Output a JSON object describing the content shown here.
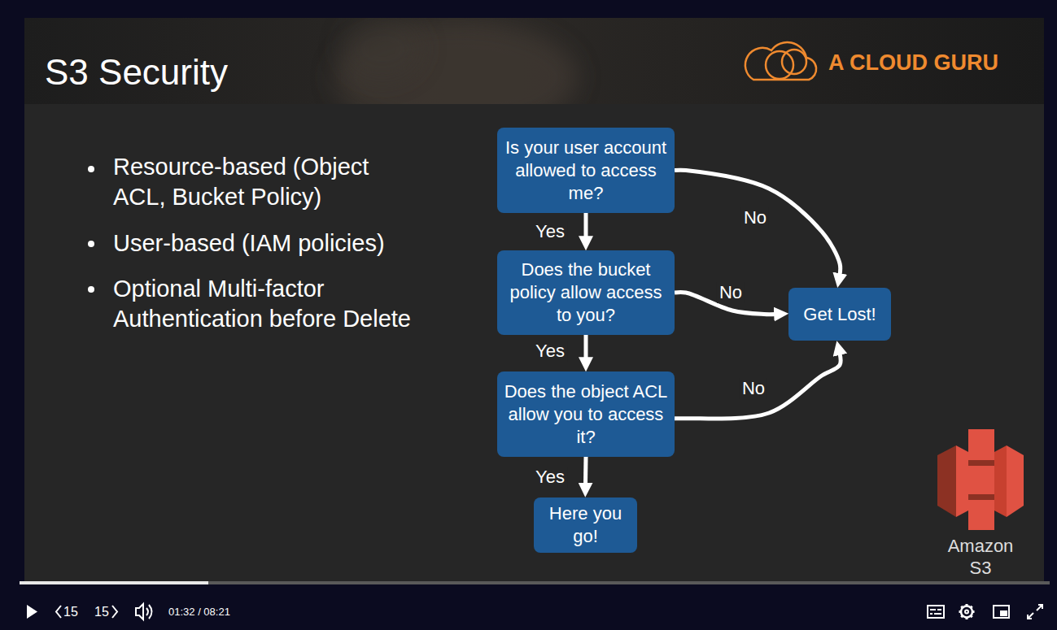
{
  "diagram": {
    "title": "S3 Security",
    "nodes": [
      {
        "text": [
          "Is your user account allowed to access me?"
        ]
      },
      {
        "text": [
          "Does the bucket policy allow access to you?"
        ]
      },
      {
        "text": [
          "Does the object ACL allow you to access it?"
        ]
      },
      {
        "text": [
          "Here you go!"
        ]
      },
      {
        "text": [
          "Get Lost!"
        ]
      }
    ],
    "edges": [
      {
        "from": 0,
        "to": 1,
        "arrow": "to",
        "label": "Yes"
      },
      {
        "from": 1,
        "to": 2,
        "arrow": "to",
        "label": "Yes"
      },
      {
        "from": 2,
        "to": 3,
        "arrow": "to",
        "label": "Yes"
      },
      {
        "from": 0,
        "to": 4,
        "arrow": "to",
        "label": "No"
      },
      {
        "from": 1,
        "to": 4,
        "arrow": "to",
        "label": "No"
      },
      {
        "from": 2,
        "to": 4,
        "arrow": "to",
        "label": "No"
      }
    ],
    "labels": [
      "Resource-based (Object ACL, Bucket Policy)",
      "User-based (IAM policies)",
      "Optional Multi-factor Authentication before Delete",
      "A CLOUD GURU",
      "Amazon S3",
      "15",
      "15",
      "01:32 / 08:21"
    ]
  }
}
